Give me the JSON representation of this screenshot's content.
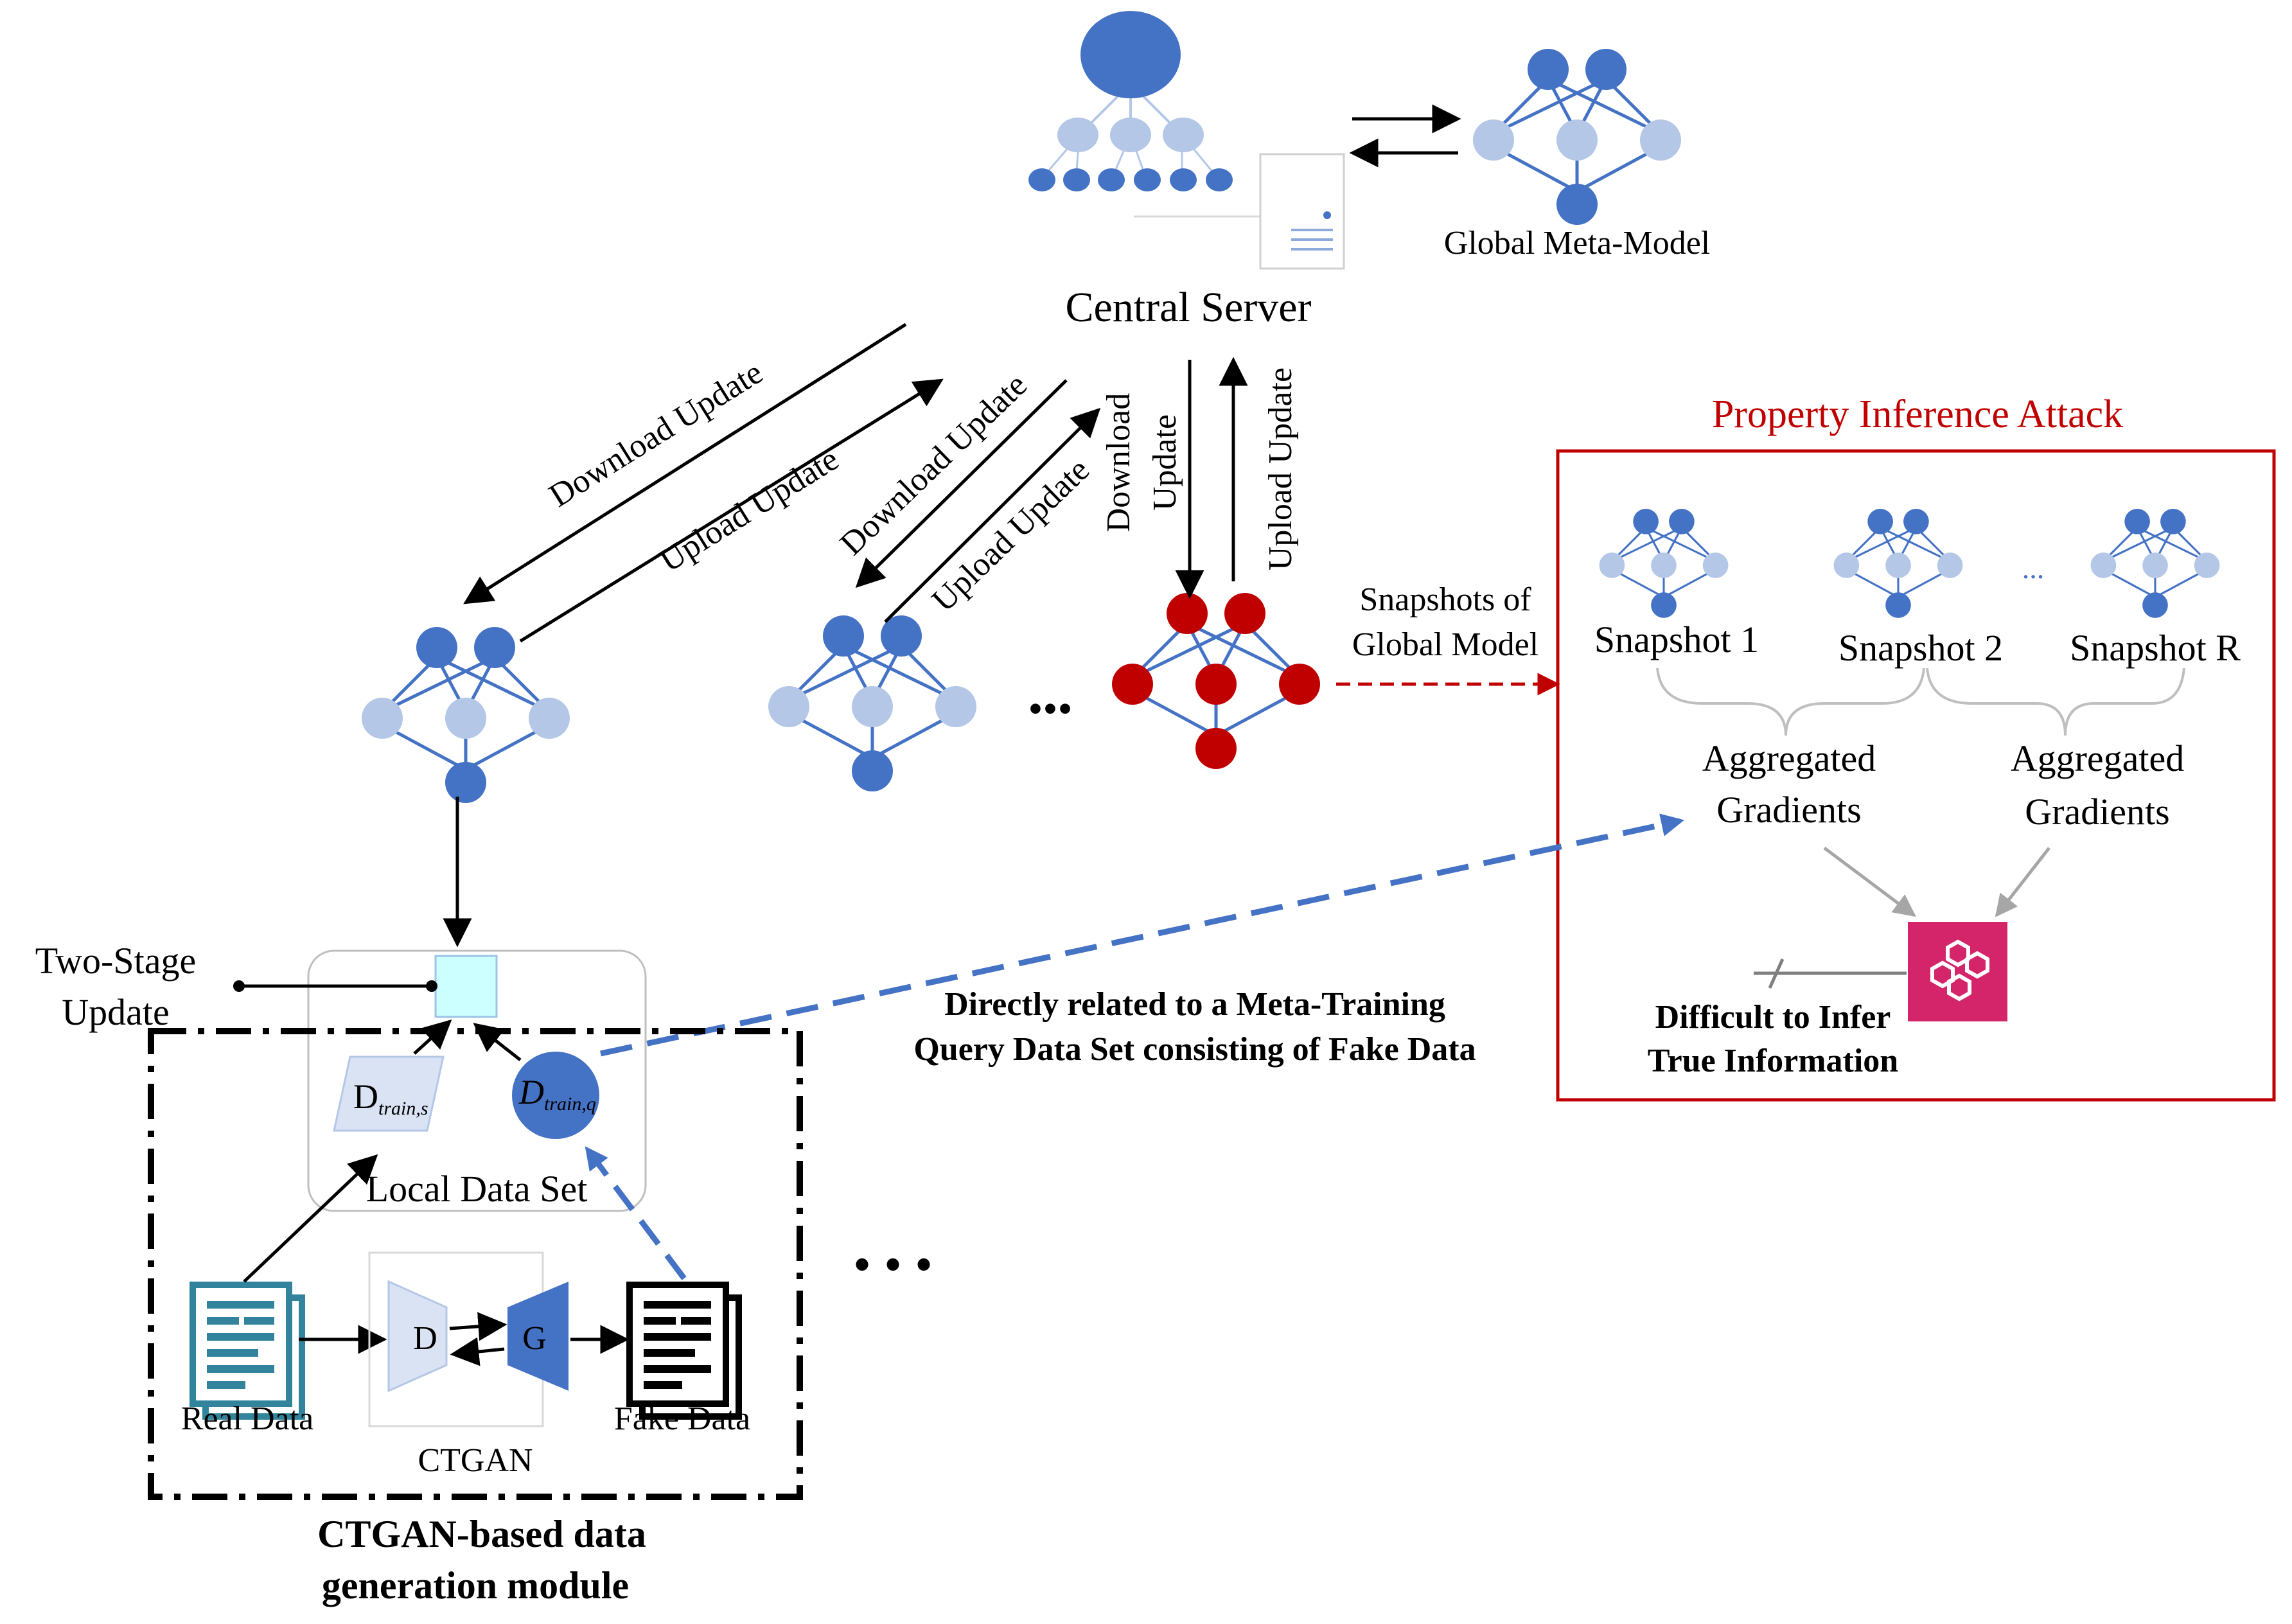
{
  "labels": {
    "central_server": "Central Server",
    "global_meta_model": "Global Meta-Model",
    "download_update_1": "Download Update",
    "upload_update_1": "Upload  Update",
    "download_update_2": "Download Update",
    "upload_update_2": "Upload Update",
    "download_update_3_line1": "Download",
    "download_update_3_line2": "Update",
    "upload_update_3": "Upload Update",
    "snapshots_line1": "Snapshots of",
    "snapshots_line2": "Global Model",
    "property_inference_attack": "Property Inference Attack",
    "snapshot_1": "Snapshot 1",
    "snapshot_2": "Snapshot 2",
    "snapshot_r": "Snapshot R",
    "snapshot_ellipsis": "...",
    "agg_grad_1_line1": "Aggregated",
    "agg_grad_1_line2": "Gradients",
    "agg_grad_2_line1": "Aggregated",
    "agg_grad_2_line2": "Gradients",
    "difficult_line1": "Difficult to Infer",
    "difficult_line2": "True Information",
    "directly_related_line1": "Directly related to a Meta-Training",
    "directly_related_line2": "Query Data Set consisting of Fake Data",
    "two_stage_line1": "Two-Stage",
    "two_stage_line2": "Update",
    "local_data_set": "Local Data Set",
    "d_train_s_main": "D",
    "d_train_s_sub": "train,s",
    "d_train_q_main": "D",
    "d_train_q_sub": "train,q",
    "real_data": "Real Data",
    "fake_data": "Fake Data",
    "ctgan": "CTGAN",
    "gan_d": "D",
    "gan_g": "G",
    "module_line1": "CTGAN-based data",
    "module_line2": "generation module",
    "clients_ellipsis": "•••",
    "module_ellipsis": "• • •"
  },
  "colors": {
    "dark_blue": "#4472c4",
    "light_blue": "#b4c7e7",
    "red_node": "#c00000",
    "attack_box": "#c00000",
    "cyan_box": "#ccffff",
    "pink_icon": "#d4246a"
  },
  "icons": {
    "server": "hierarchy-server-icon",
    "document": "document-icon",
    "neural_net": "neural-network-icon",
    "real_data": "document-stack-icon",
    "fake_data": "document-stack-icon",
    "inference": "hexagon-cluster-icon"
  }
}
